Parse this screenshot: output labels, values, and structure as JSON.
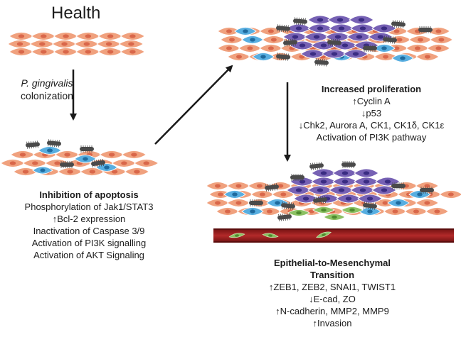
{
  "title": "Health",
  "colonization": {
    "species": "P. gingivalis",
    "action": "colonization"
  },
  "apoptosis": {
    "heading": "Inhibition of apoptosis",
    "lines": [
      "Phosphorylation of Jak1/STAT3",
      "↑Bcl-2 expression",
      "Inactivation of Caspase 3/9",
      "Activation of PI3K signalling",
      "Activation of AKT Signaling"
    ]
  },
  "proliferation": {
    "heading": "Increased proliferation",
    "lines": [
      "↑Cyclin A",
      "↓p53",
      "↓Chk2, Aurora A, CK1, CK1δ, CK1ε",
      "Activation of PI3K pathway"
    ]
  },
  "emt": {
    "heading_line1": "Epithelial-to-Mesenchymal",
    "heading_line2": "Transition",
    "lines": [
      "↑ZEB1, ZEB2, SNAI1, TWIST1",
      "↓E-cad, ZO",
      "↑N-cadherin, MMP2, MMP9",
      "↑Invasion"
    ]
  },
  "colors": {
    "healthy_cell": "#f0a17e",
    "healthy_nucleus": "#d9674a",
    "infected_cell": "#58aee0",
    "infected_nucleus": "#1e6a9e",
    "proliferating_cell": "#7661b4",
    "proliferating_nucleus": "#3a2c82",
    "mesenchymal_cell": "#8cc163",
    "mesenchymal_nucleus": "#4e8a2e",
    "bacterium": "#4a4a4a",
    "blood_vessel": "#8f1c1c",
    "arrow": "#1a1a1a"
  }
}
